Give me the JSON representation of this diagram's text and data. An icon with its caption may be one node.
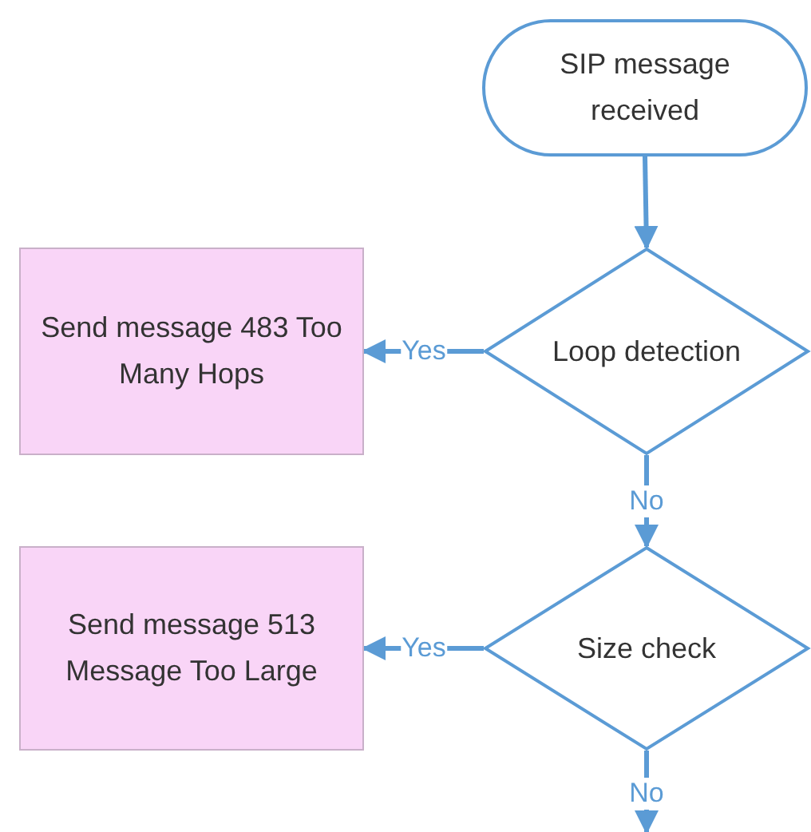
{
  "diagram": {
    "nodes": [
      {
        "text": [
          "SIP message received"
        ]
      },
      {
        "text": [
          "Loop detection"
        ]
      },
      {
        "text": [
          "Send message 483 Too Many Hops"
        ]
      },
      {
        "text": [
          "Size check"
        ]
      },
      {
        "text": [
          "Send message 513 Message Too Large"
        ]
      }
    ],
    "edges": [
      {
        "from": 0,
        "to": 1,
        "arrow": "to"
      },
      {
        "from": 1,
        "to": 2,
        "arrow": "to",
        "label": "Yes"
      },
      {
        "from": 1,
        "to": 3,
        "arrow": "to",
        "label": "No"
      },
      {
        "from": 3,
        "to": 4,
        "arrow": "to",
        "label": "Yes"
      },
      {
        "from": 3,
        "to": null,
        "arrow": "to",
        "label": "No"
      }
    ]
  }
}
